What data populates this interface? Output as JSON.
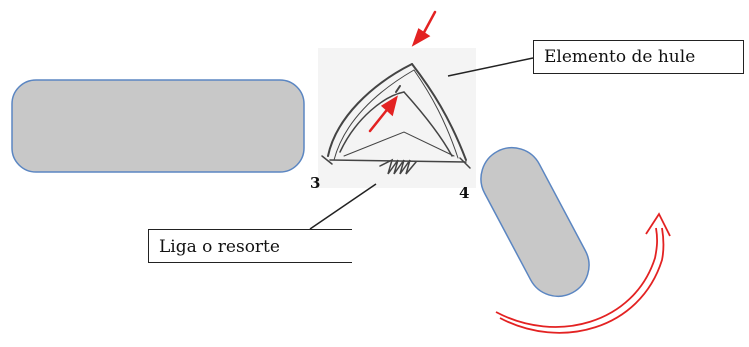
{
  "labels": {
    "rubber_element": "Elemento de hule",
    "band_or_spring": "Liga o resorte",
    "point_3": "3",
    "point_4": "4"
  },
  "colors": {
    "block_fill": "#c8c8c8",
    "block_stroke": "#5b86c2",
    "arrow_red": "#e32222",
    "sketch_ink": "#444444"
  },
  "icons": {
    "pointer_arrows": "red-arrow-icon",
    "rotation_arrow": "curved-arrow-icon"
  }
}
